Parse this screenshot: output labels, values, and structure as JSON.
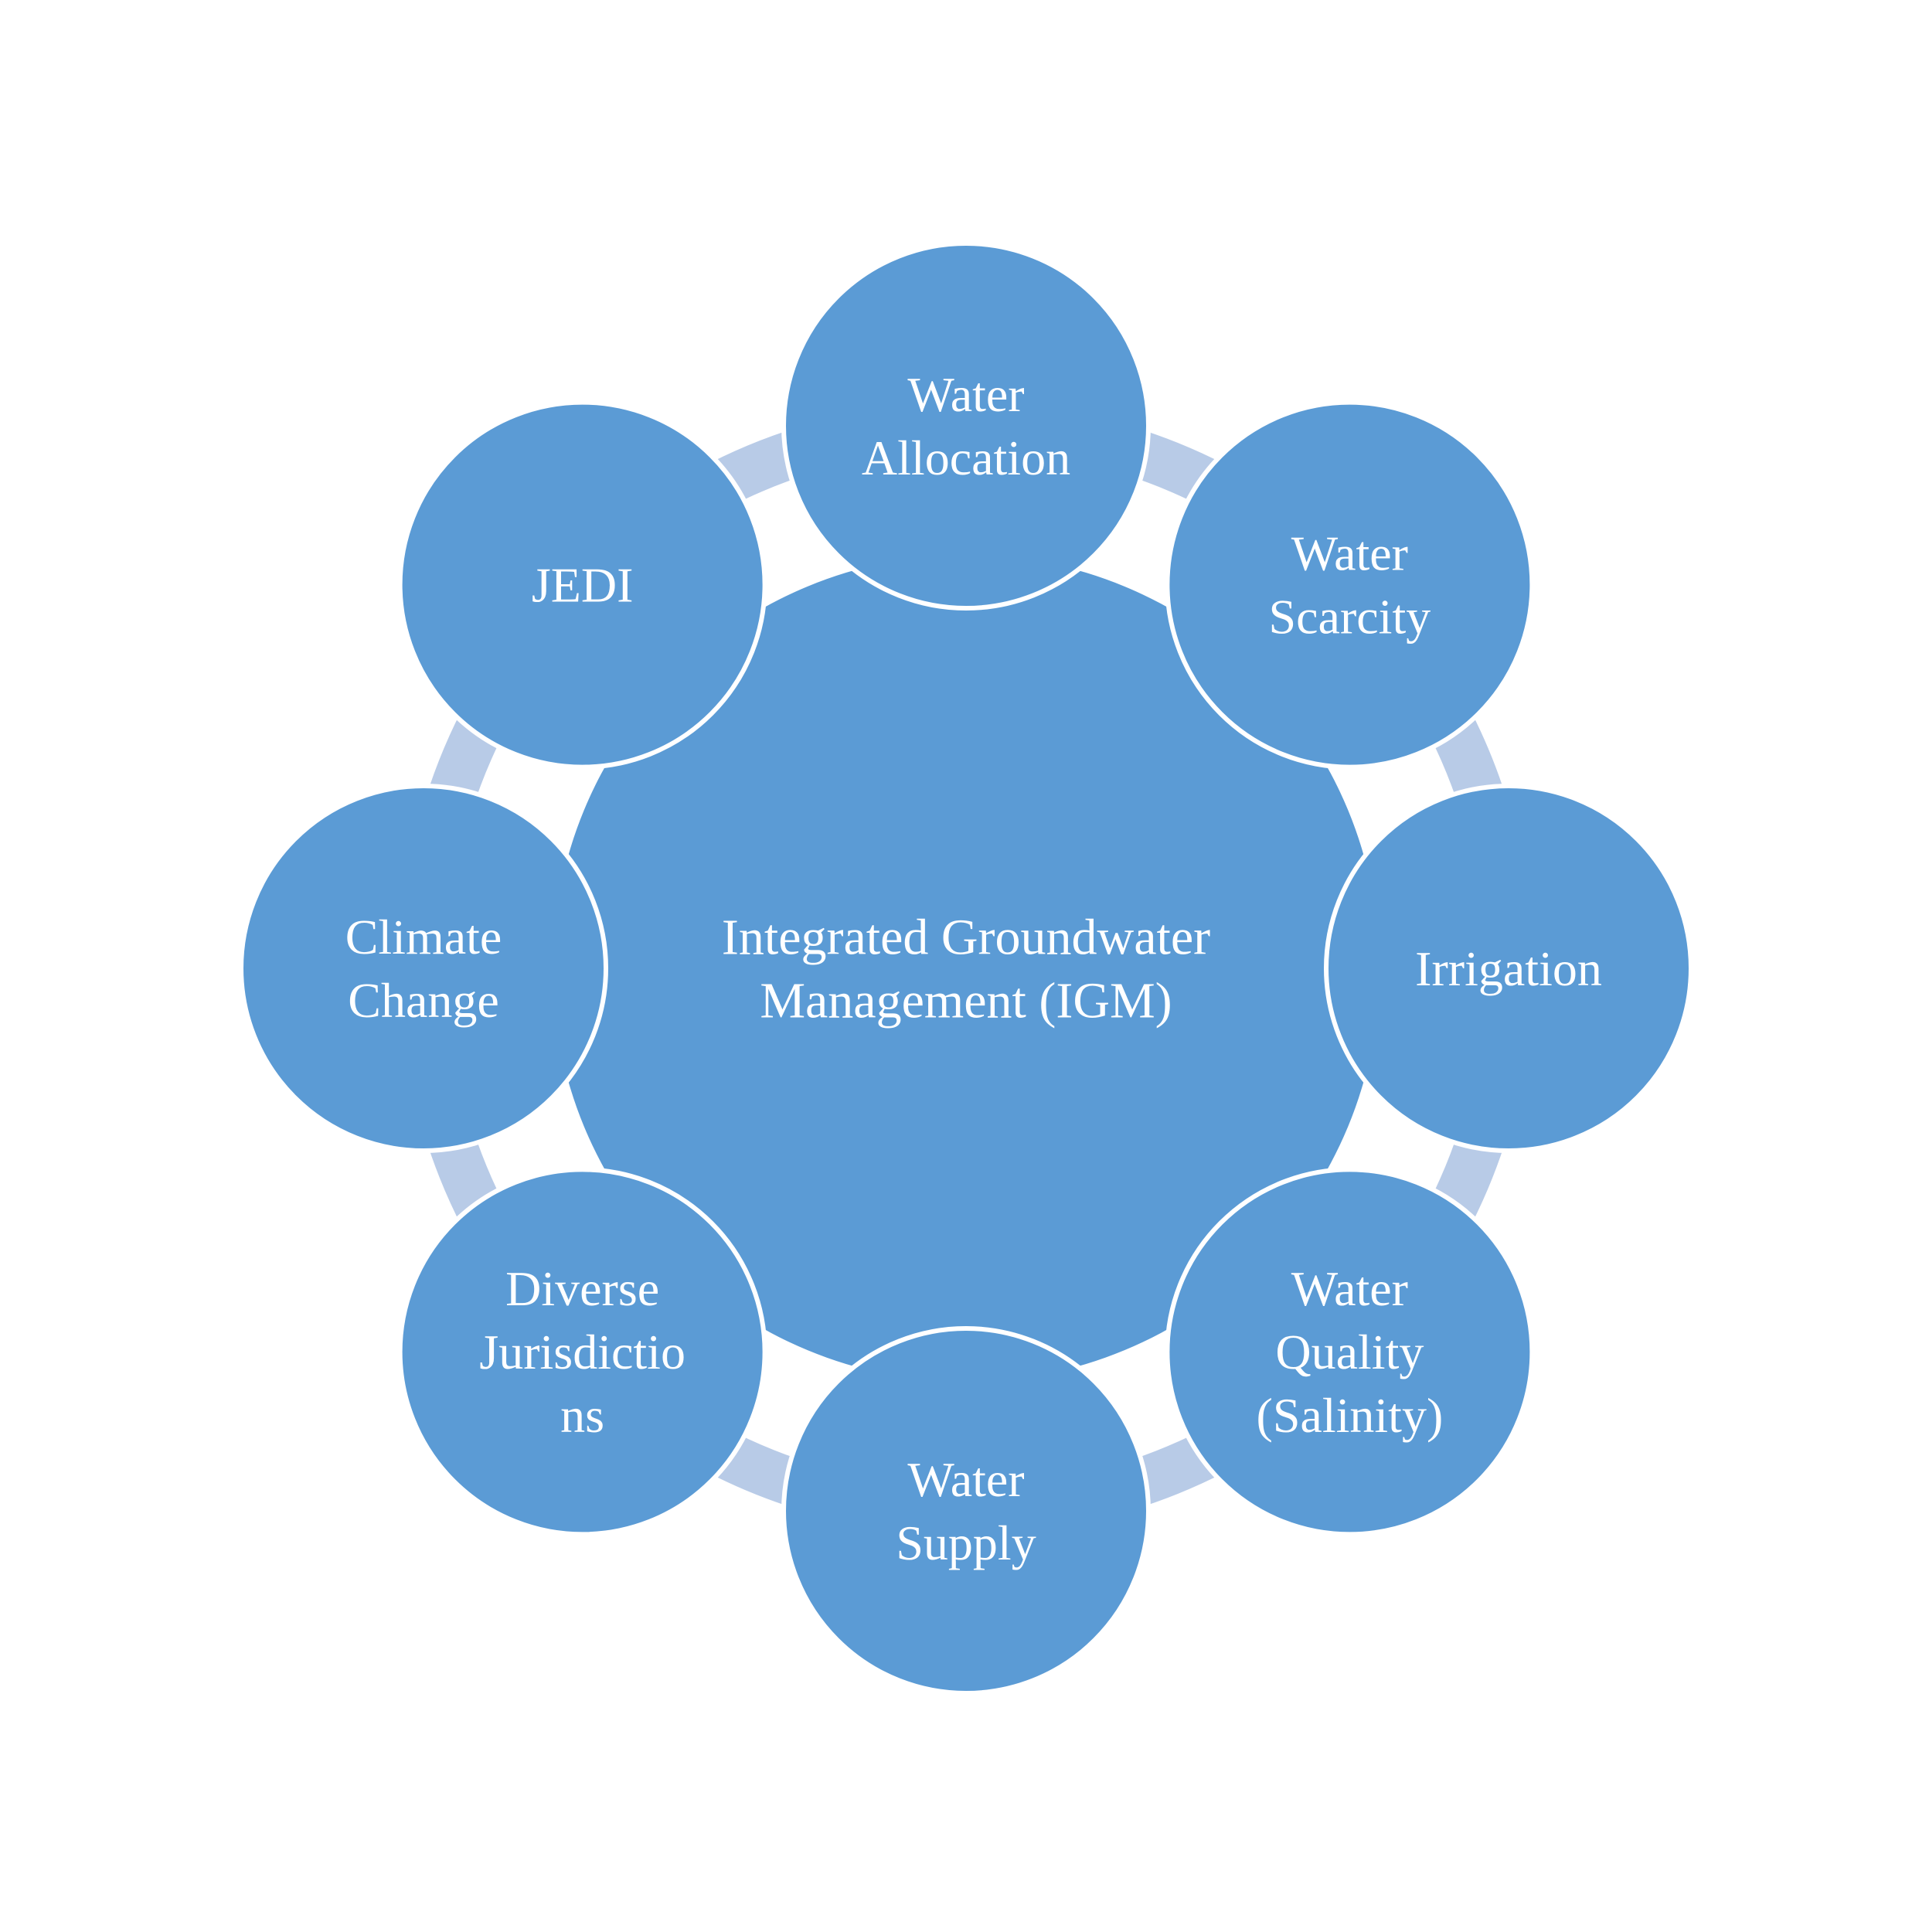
{
  "colors": {
    "node_fill": "#5b9bd5",
    "connector": "#b8cbe7",
    "node_stroke": "#ffffff",
    "text": "#ffffff",
    "background": "#ffffff"
  },
  "center": {
    "lines": [
      "Integrated Groundwater",
      "Management (IGM)"
    ]
  },
  "nodes": [
    {
      "lines": [
        "Water",
        "Allocation"
      ]
    },
    {
      "lines": [
        "Water",
        "Scarcity"
      ]
    },
    {
      "lines": [
        "Irrigation"
      ]
    },
    {
      "lines": [
        "Water",
        "Quality",
        "(Salinity)"
      ]
    },
    {
      "lines": [
        "Water",
        "Supply"
      ]
    },
    {
      "lines": [
        "Diverse",
        "Jurisdictio",
        "ns"
      ]
    },
    {
      "lines": [
        "Climate",
        "Change"
      ]
    },
    {
      "lines": [
        "JEDI"
      ]
    }
  ]
}
